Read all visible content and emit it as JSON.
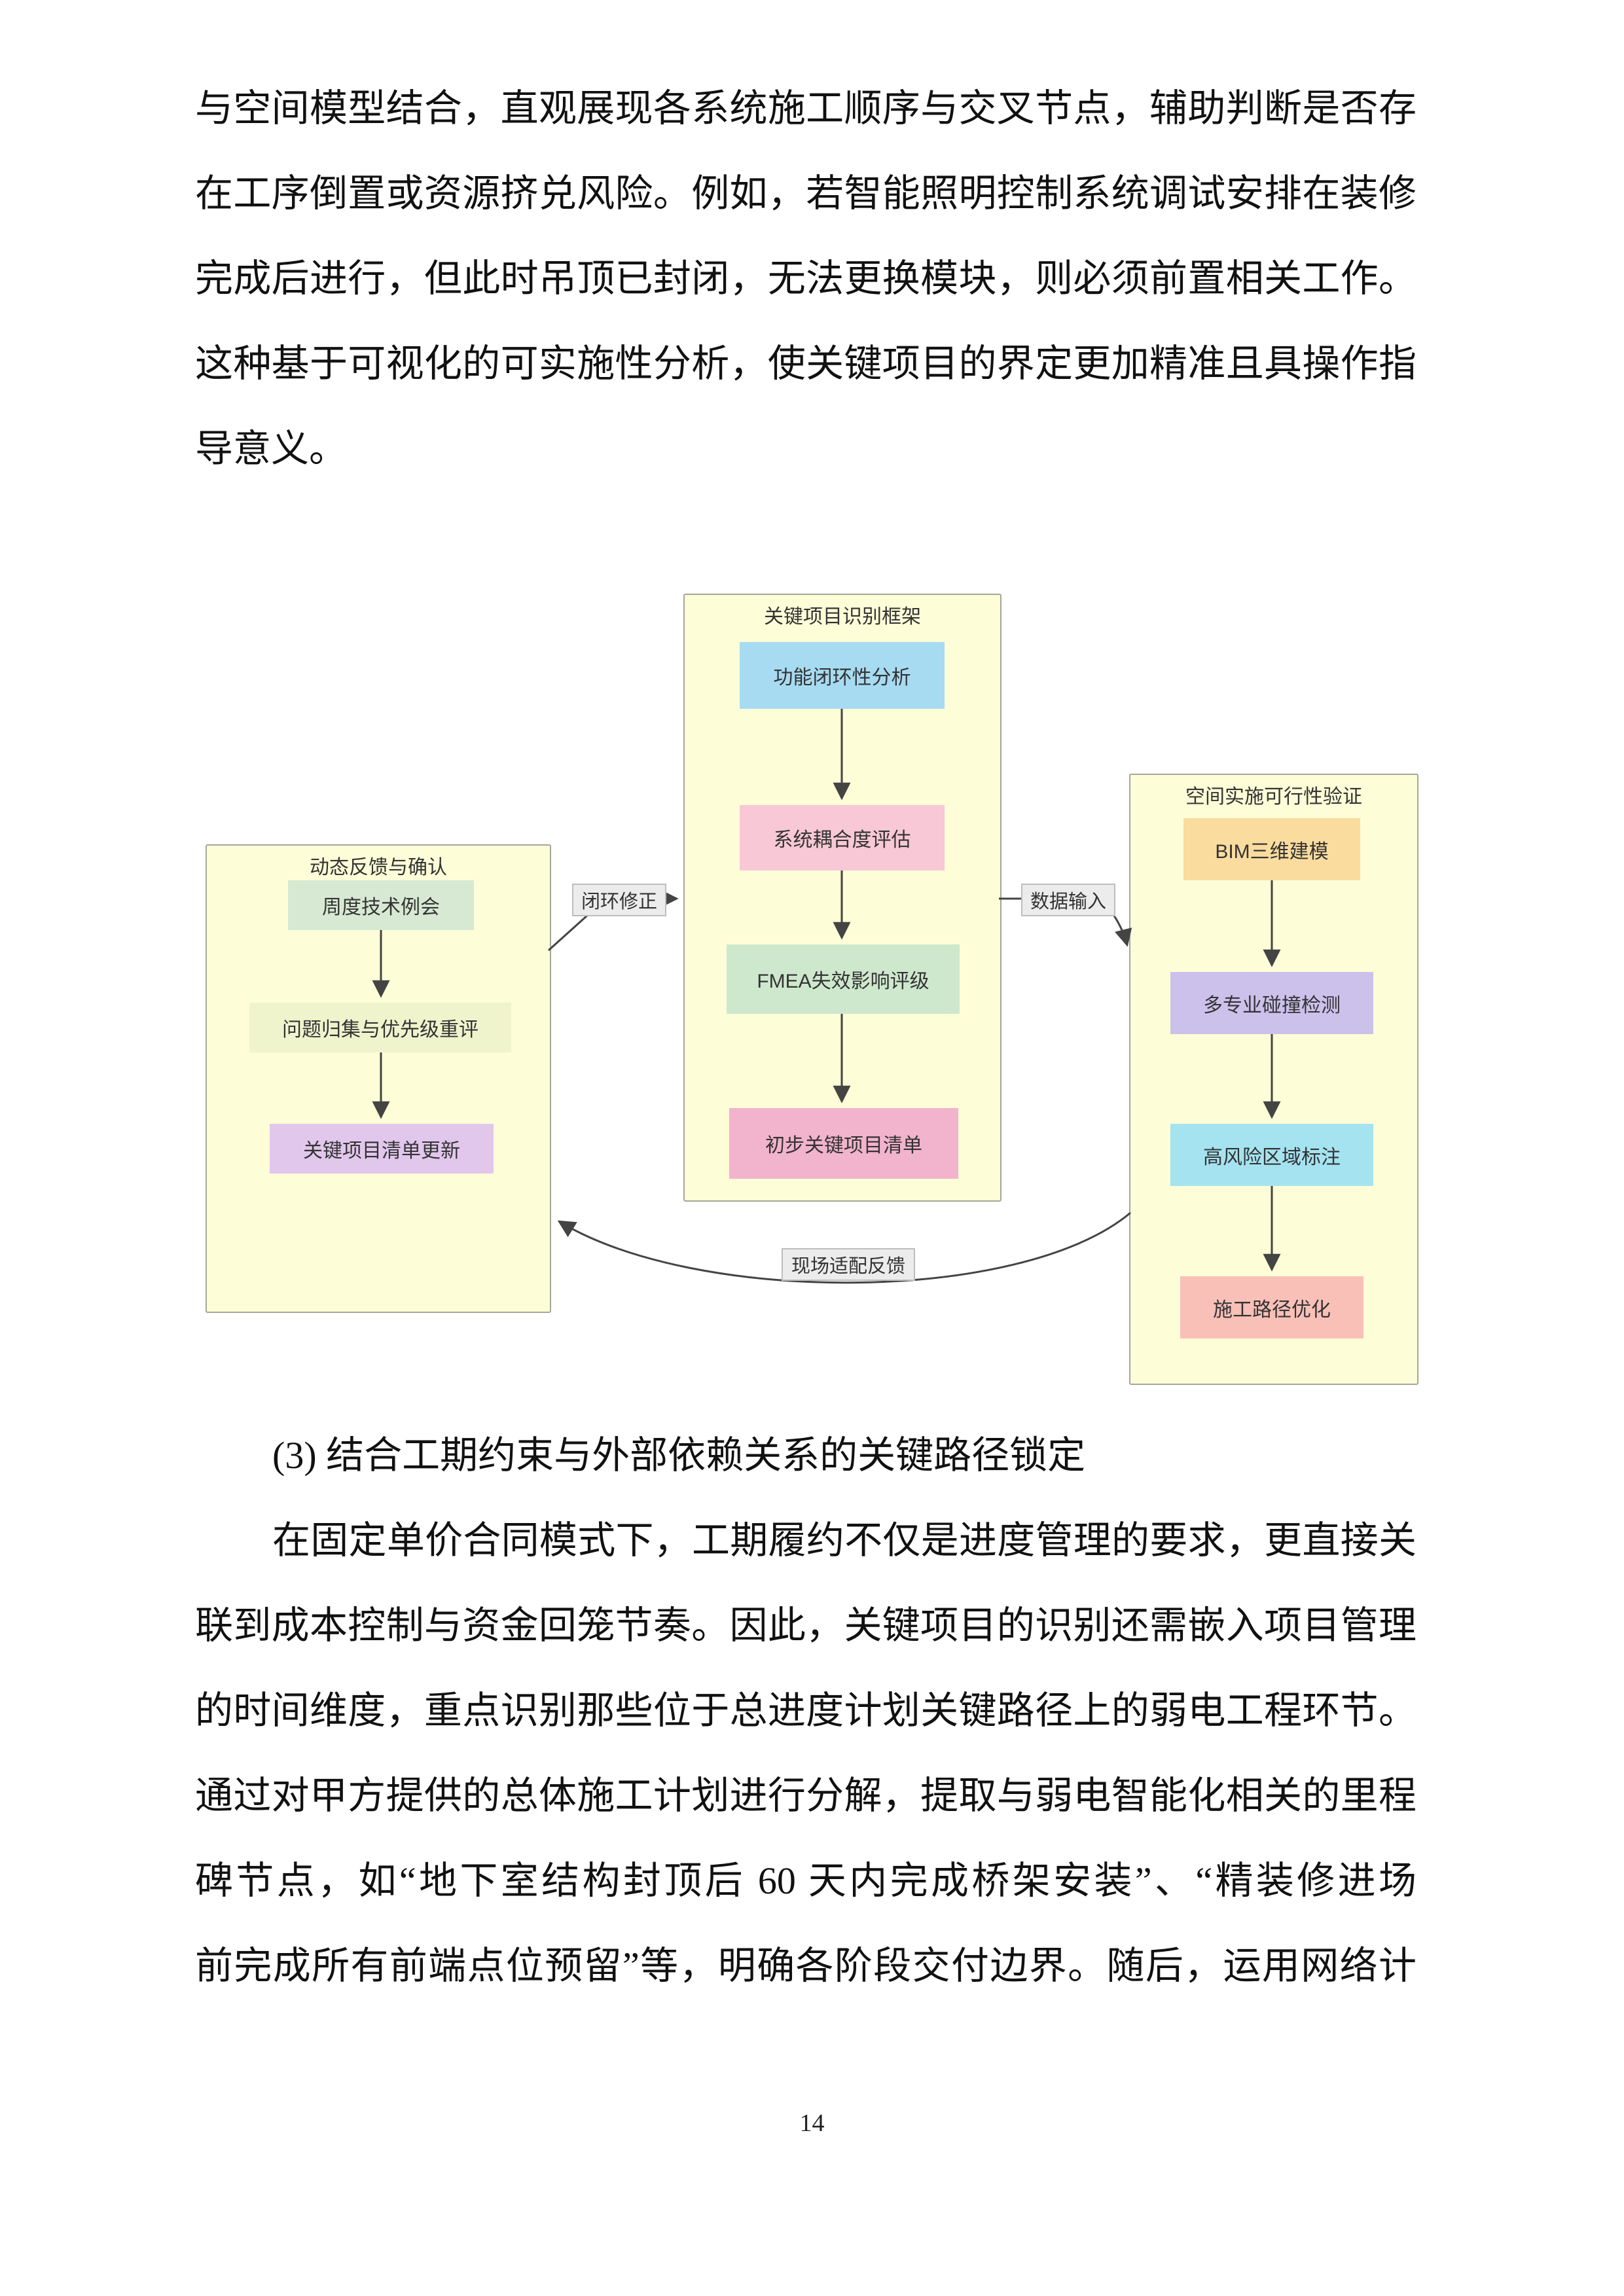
{
  "page": {
    "number": "14"
  },
  "paragraph1": {
    "lines": [
      "与空间模型结合，直观展现各系统施工顺序与交叉节点，辅助判断是否存",
      "在工序倒置或资源挤兑风险。例如，若智能照明控制系统调试安排在装修",
      "完成后进行，但此时吊顶已封闭，无法更换模块，则必须前置相关工作。",
      "这种基于可视化的可实施性分析，使关键项目的界定更加精准且具操作指",
      "导意义。"
    ]
  },
  "heading": {
    "text": "(3) 结合工期约束与外部依赖关系的关键路径锁定"
  },
  "paragraph2": {
    "lines": [
      "在固定单价合同模式下，工期履约不仅是进度管理的要求，更直接关",
      "联到成本控制与资金回笼节奏。因此，关键项目的识别还需嵌入项目管理",
      "的时间维度，重点识别那些位于总进度计划关键路径上的弱电工程环节。",
      "通过对甲方提供的总体施工计划进行分解，提取与弱电智能化相关的里程",
      "碑节点，如“地下室结构封顶后 60 天内完成桥架安装”、“精装修进场",
      "前完成所有前端点位预留”等，明确各阶段交付边界。随后，运用网络计"
    ]
  },
  "diagram": {
    "arrow_color": "#444444",
    "group_bg": "#fdfdd8",
    "group_border": "#a6a69a",
    "edge_label_bg": "#ececec",
    "groups": {
      "identify": {
        "title": "关键项目识别框架",
        "boxes": [
          {
            "label": "功能闭环性分析",
            "color": "#a7dbf2"
          },
          {
            "label": "系统耦合度评估",
            "color": "#f8c8d6"
          },
          {
            "label": "FMEA失效影响评级",
            "color": "#cee8ce"
          },
          {
            "label": "初步关键项目清单",
            "color": "#f2b3cc"
          }
        ]
      },
      "spatial": {
        "title": "空间实施可行性验证",
        "boxes": [
          {
            "label": "BIM三维建模",
            "color": "#fadc9e"
          },
          {
            "label": "多专业碰撞检测",
            "color": "#ccc1eb"
          },
          {
            "label": "高风险区域标注",
            "color": "#a5e3f0"
          },
          {
            "label": "施工路径优化",
            "color": "#f9c0b8"
          }
        ]
      },
      "feedback": {
        "title": "动态反馈与确认",
        "boxes": [
          {
            "label": "周度技术例会",
            "color": "#d7e9d3"
          },
          {
            "label": "问题归集与优先级重评",
            "color": "#f0f4cd"
          },
          {
            "label": "关键项目清单更新",
            "color": "#e2c7ed"
          }
        ]
      }
    },
    "edge_labels": [
      {
        "label": "闭环修正"
      },
      {
        "label": "数据输入"
      },
      {
        "label": "现场适配反馈"
      }
    ]
  }
}
